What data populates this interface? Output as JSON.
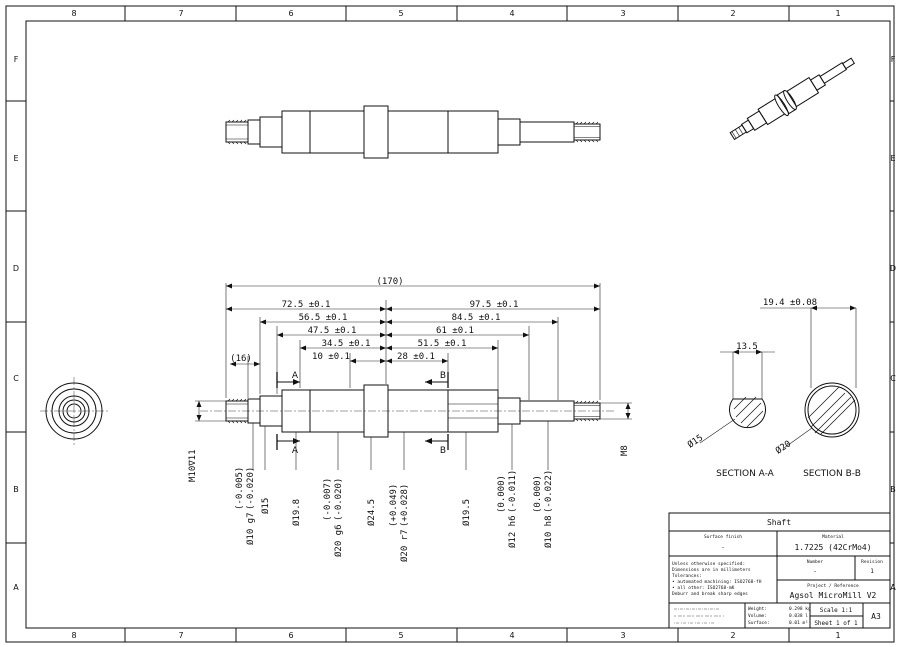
{
  "sheet": {
    "columns": [
      "8",
      "7",
      "6",
      "5",
      "4",
      "3",
      "2",
      "1"
    ],
    "rows": [
      "F",
      "E",
      "D",
      "C",
      "B",
      "A"
    ]
  },
  "dimensions": {
    "overall": "(170)",
    "d1": "72.5 ±0.1",
    "d2": "97.5 ±0.1",
    "d3": "56.5 ±0.1",
    "d4": "84.5 ±0.1",
    "d5": "47.5 ±0.1",
    "d6": "61 ±0.1",
    "d7": "34.5 ±0.1",
    "d8": "51.5 ±0.1",
    "d9": "10 ±0.1",
    "d10": "28 ±0.1",
    "d11": "(16)",
    "thread_left": "M10∇11",
    "thread_right": "M8",
    "dia1_main": "Ø10 g7",
    "dia1_tol_top": "(-0.005)",
    "dia1_tol_bot": "(-0.020)",
    "dia2": "Ø15",
    "dia3": "Ø19.8",
    "dia4_main": "Ø20 g6",
    "dia4_tol_top": "(-0.007)",
    "dia4_tol_bot": "(-0.020)",
    "dia5": "Ø24.5",
    "dia6_main": "Ø20 r7",
    "dia6_tol_top": "(+0.049)",
    "dia6_tol_bot": "(+0.028)",
    "dia7": "Ø19.5",
    "dia8_main": "Ø12 h6",
    "dia8_tol_top": "(0.000)",
    "dia8_tol_bot": "(-0.011)",
    "dia9_main": "Ø10 h8",
    "dia9_tol_top": "(0.000)",
    "dia9_tol_bot": "(-0.022)"
  },
  "sections": {
    "marker_a": "A",
    "marker_b": "B",
    "a_label": "SECTION A-A",
    "b_label": "SECTION B-B",
    "a_flat": "13.5",
    "a_dia": "Ø15",
    "b_flat": "19.4 ±0.08",
    "b_dia": "Ø20"
  },
  "titleblock": {
    "title": "Shaft",
    "surface_label": "Surface finish",
    "surface_value": "-",
    "material_label": "Material",
    "material_value": "1.7225 (42CrMo4)",
    "notes": [
      "Unless otherwise specified:",
      "Dimensions are in millimeters",
      "Tolerances:",
      "• automated machining: ISO2768-fH",
      "• all other: ISO2768-mK",
      "Deburr and break sharp edges"
    ],
    "number_label": "Number",
    "number_value": "-",
    "revision_label": "Revision",
    "revision_value": "1",
    "project_label": "Project / Reference",
    "project_value": "Agsol MicroMill V2",
    "weight_label": "Weight:",
    "weight_value": "0.298 kg",
    "volume_label": "Volume:",
    "volume_value": "0.038 l",
    "surface_area_label": "Surface:",
    "surface_area_value": "0.01 m²",
    "scale": "Scale 1:1",
    "sheet": "Sheet 1 of 1",
    "size": "A3"
  }
}
